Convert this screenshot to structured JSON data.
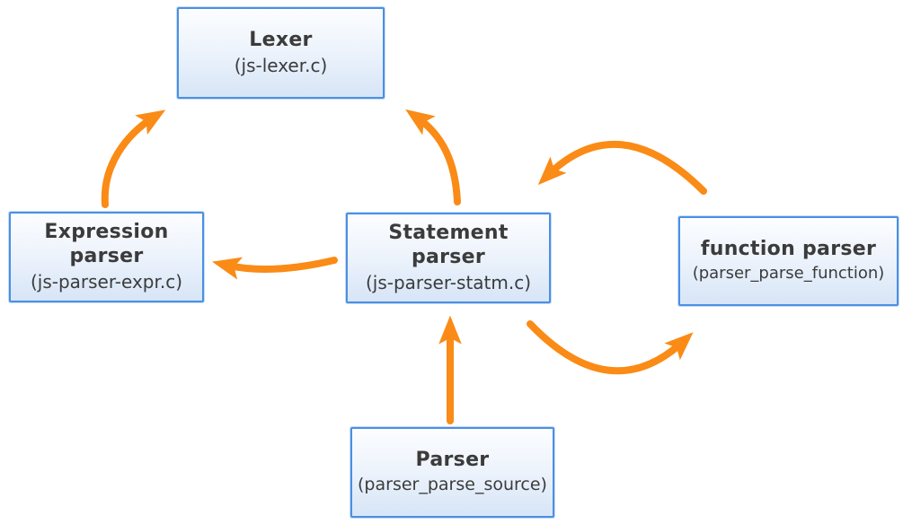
{
  "diagram": {
    "background": "#ffffff",
    "colors": {
      "node_border": "#4a90e2",
      "node_fill_top": "#fcfdff",
      "node_fill_bottom": "#d7e5f7",
      "arrow": "#fa8b16",
      "text": "#3b3b3b"
    },
    "nodes": [
      {
        "id": "lexer",
        "title": "Lexer",
        "subtitle": "(js-lexer.c)"
      },
      {
        "id": "expression-parser",
        "title": "Expression\nparser",
        "subtitle": "(js-parser-expr.c)"
      },
      {
        "id": "statement-parser",
        "title": "Statement\nparser",
        "subtitle": "(js-parser-statm.c)"
      },
      {
        "id": "function-parser",
        "title": "function parser",
        "subtitle": "(parser_parse_function)"
      },
      {
        "id": "parser",
        "title": "Parser",
        "subtitle": "(parser_parse_source)"
      }
    ],
    "edges": [
      {
        "from": "expression-parser",
        "to": "lexer"
      },
      {
        "from": "statement-parser",
        "to": "lexer"
      },
      {
        "from": "statement-parser",
        "to": "expression-parser"
      },
      {
        "from": "function-parser",
        "to": "statement-parser"
      },
      {
        "from": "statement-parser",
        "to": "function-parser"
      },
      {
        "from": "parser",
        "to": "statement-parser"
      }
    ]
  }
}
